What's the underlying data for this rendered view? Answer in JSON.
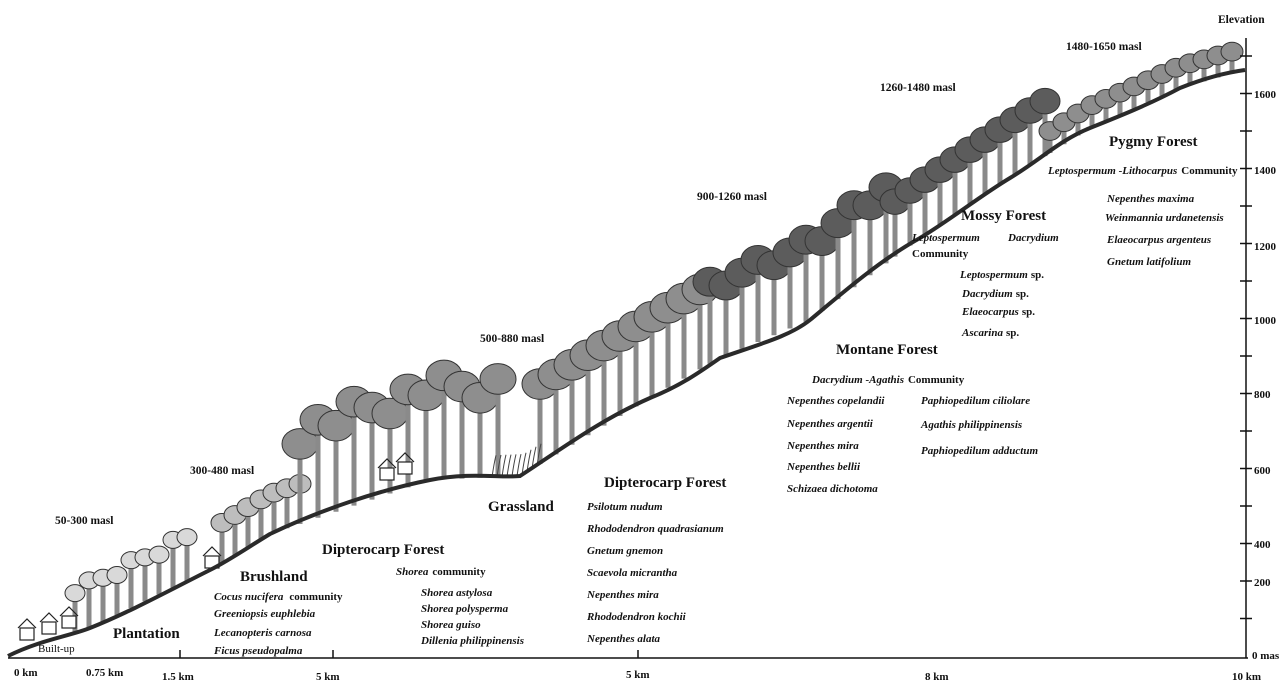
{
  "elevation_axis": {
    "title": "Elevation",
    "ticks": [
      "1600",
      "1400",
      "1200",
      "1000",
      "800",
      "600",
      "400",
      "200",
      "0 mas"
    ]
  },
  "distance_axis": {
    "ticks": [
      "0 km",
      "0.75 km",
      "1.5 km",
      "5 km",
      "5 km",
      "8 km",
      "10 km"
    ]
  },
  "elevation_bands": [
    "50-300  masl",
    "300-480 masl",
    "500-880 masl",
    "900-1260  masl",
    "1260-1480 masl",
    "1480-1650 masl"
  ],
  "builtup_label": "Built-up",
  "plantation": {
    "title": "Plantation"
  },
  "brushland": {
    "title": "Brushland",
    "species": [
      "Cocus nucifera",
      "Greeniopsis euphlebia",
      "Lecanopteris carnosa",
      "Ficus pseudopalma"
    ],
    "community_word": "community"
  },
  "dipterocarp_low": {
    "title": "Dipterocarp Forest",
    "genus": "Shorea",
    "community_word": "community",
    "species": [
      "Shorea astylosa",
      "Shorea polysperma",
      "Shorea guiso",
      "Dillenia philippinensis"
    ]
  },
  "grassland": {
    "title": "Grassland"
  },
  "dipterocarp_high": {
    "title": "Dipterocarp Forest",
    "species": [
      "Psilotum nudum",
      "Rhododendron  quadrasianum",
      "Gnetum gnemon",
      "Scaevola micrantha",
      "Nepenthes mira",
      "Rhododendron kochii",
      "Nepenthes alata"
    ]
  },
  "montane": {
    "title": "Montane Forest",
    "genus": "Dacrydium -Agathis",
    "community_word": "Community",
    "species_left": [
      "Nepenthes copelandii",
      "Nepenthes argentii",
      "Nepenthes mira",
      "Nepenthes bellii",
      "Schizaea dichotoma"
    ],
    "species_right": [
      "Paphiopedilum ciliolare",
      "Agathis philippinensis",
      "Paphiopedilum adductum"
    ]
  },
  "mossy": {
    "title": "Mossy Forest",
    "genus_a": "Leptospermum",
    "genus_b": "Dacrydium",
    "community_word": "Community",
    "species": [
      "Leptospermum",
      "Dacrydium",
      "Elaeocarpus",
      "Ascarina"
    ],
    "sp_suffix": "sp."
  },
  "pygmy": {
    "title": "Pygmy Forest",
    "genus": "Leptospermum -Lithocarpus",
    "community_word": "Community",
    "species": [
      "Nepenthes maxima",
      "Weinmannia urdanetensis",
      "Elaeocarpus argenteus",
      "Gnetum latifolium"
    ]
  },
  "colors": {
    "ground": "#2a2a2a",
    "canopy_light": "#bdbdbd",
    "canopy_mid": "#8e8e8e",
    "canopy_dark": "#5c5c5c",
    "trunk": "#8a8a8a"
  }
}
